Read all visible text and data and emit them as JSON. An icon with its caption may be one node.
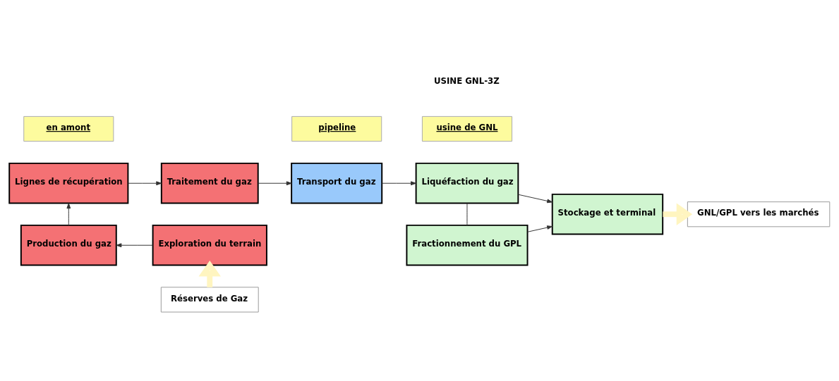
{
  "diagram": {
    "nodes": [
      {
        "text": [
          "en amont"
        ]
      },
      {
        "text": [
          "pipeline"
        ]
      },
      {
        "text": [
          "usine de GNL"
        ]
      },
      {
        "text": [
          "Lignes de récupération"
        ]
      },
      {
        "text": [
          "Traitement du gaz"
        ]
      },
      {
        "text": [
          "Transport du gaz"
        ]
      },
      {
        "text": [
          "Liquéfaction du gaz"
        ]
      },
      {
        "text": [
          "Stockage et terminal"
        ]
      },
      {
        "text": [
          "GNL/GPL vers les marchés"
        ]
      },
      {
        "text": [
          "Production du gaz"
        ]
      },
      {
        "text": [
          "Exploration du terrain"
        ]
      },
      {
        "text": [
          "Fractionnement du GPL"
        ]
      },
      {
        "text": [
          "Réserves de Gaz"
        ]
      }
    ],
    "edges": [
      {
        "from": 3,
        "to": 4,
        "arrow": "to"
      },
      {
        "from": 4,
        "to": 5,
        "arrow": "to"
      },
      {
        "from": 5,
        "to": 6,
        "arrow": "to"
      },
      {
        "from": 6,
        "to": 7,
        "arrow": "to"
      },
      {
        "from": 7,
        "to": 8,
        "arrow": "to",
        "style": "thick",
        "color": "#fff5c0"
      },
      {
        "from": 9,
        "to": 3,
        "arrow": "to"
      },
      {
        "from": 10,
        "to": 9,
        "arrow": "to"
      },
      {
        "from": 6,
        "to": 11,
        "arrow": "none"
      },
      {
        "from": 11,
        "to": 7,
        "arrow": "to"
      },
      {
        "from": 12,
        "to": 10,
        "arrow": "to",
        "style": "thick",
        "color": "#fff5c0"
      }
    ],
    "labels": [
      "USINE GNL-3Z"
    ]
  }
}
